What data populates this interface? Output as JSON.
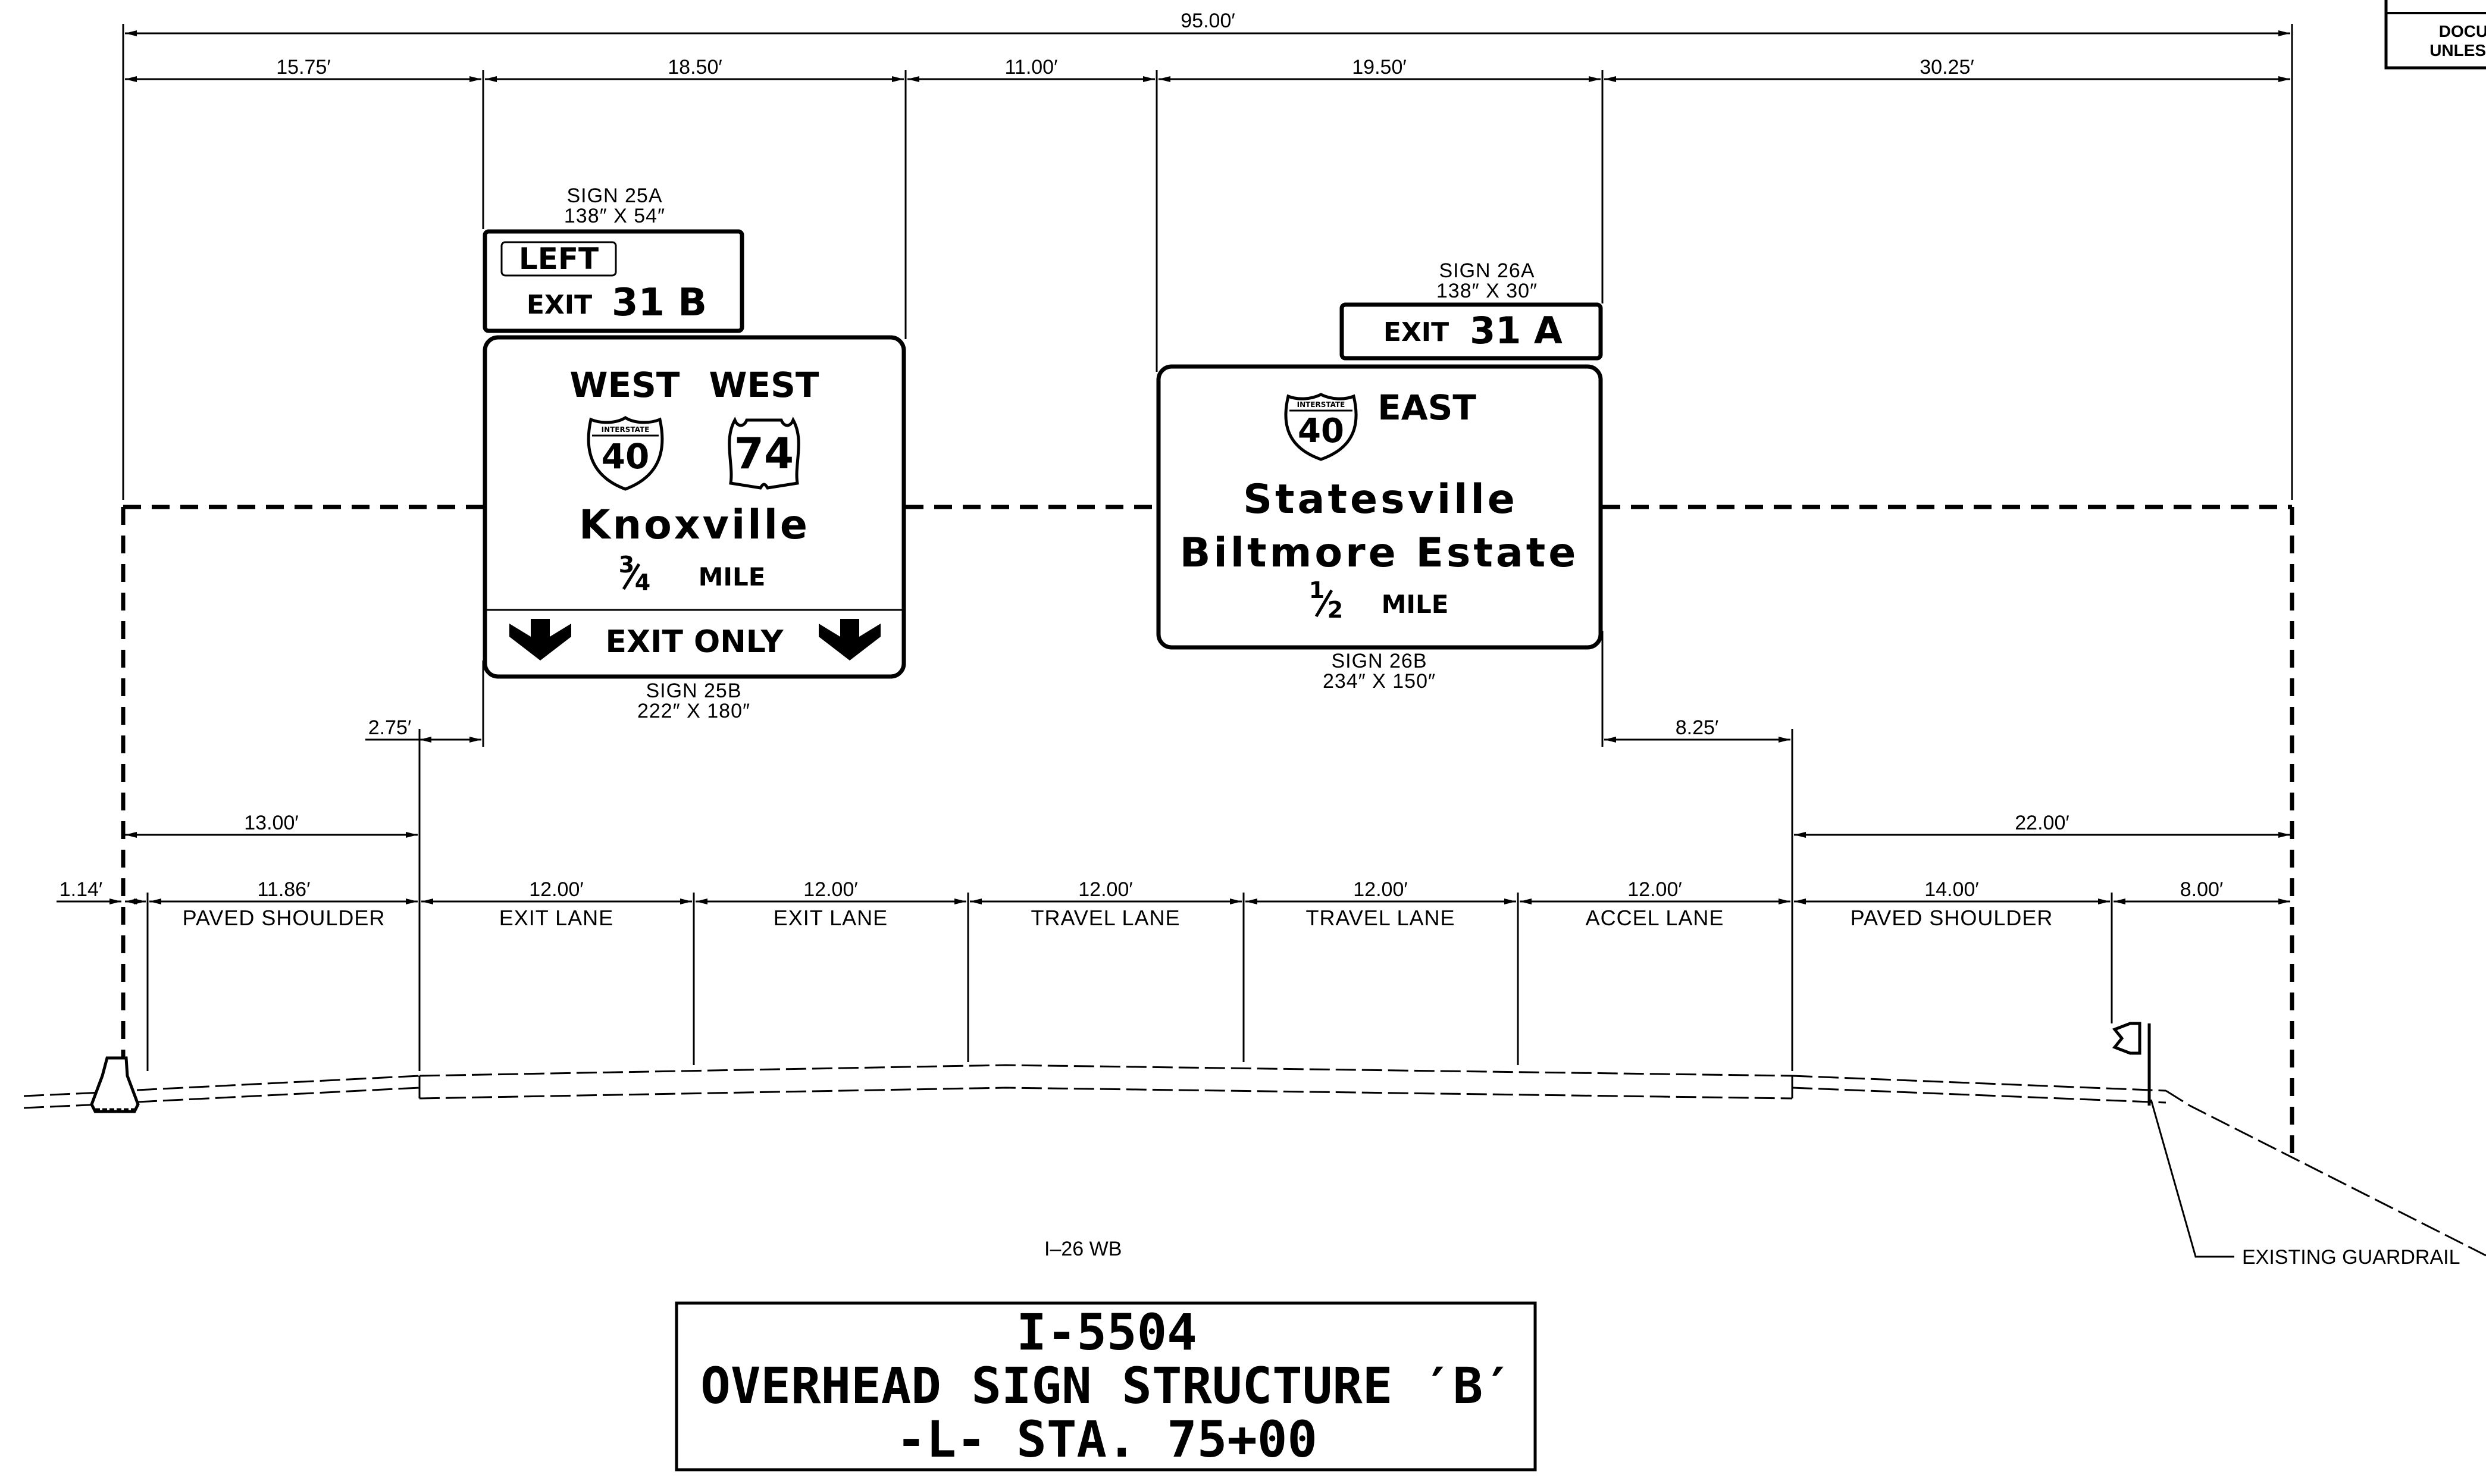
{
  "dimensions": {
    "overall": "95.00′",
    "top_segments": [
      "15.75′",
      "18.50′",
      "11.00′",
      "19.50′",
      "30.25′"
    ],
    "left_offset": "2.75′",
    "right_offset": "8.25′",
    "left_span": "13.00′",
    "right_span": "22.00′",
    "edge_offset": "1.14′",
    "lane_widths": [
      "11.86′",
      "12.00′",
      "12.00′",
      "12.00′",
      "12.00′",
      "12.00′",
      "14.00′",
      "8.00′"
    ]
  },
  "lanes": [
    "PAVED  SHOULDER",
    "EXIT  LANE",
    "EXIT  LANE",
    "TRAVEL  LANE",
    "TRAVEL  LANE",
    "ACCEL  LANE",
    "PAVED  SHOULDER"
  ],
  "signs": {
    "s25a": {
      "id": "SIGN  25A",
      "size": "138″ X 54″",
      "tab": "LEFT",
      "exit_word": "EXIT",
      "exit_num": "31 B"
    },
    "s25b": {
      "id": "SIGN  25B",
      "size": "222″ X 180″",
      "dir1": "WEST",
      "dir2": "WEST",
      "shield1_label": "INTERSTATE",
      "shield1": "40",
      "shield2": "74",
      "city": "Knoxville",
      "dist_num": "3",
      "dist_den": "4",
      "dist_unit": "MILE",
      "bar": "EXIT   ONLY"
    },
    "s26a": {
      "id": "SIGN  26A",
      "size": "138″ X 30″",
      "exit_word": "EXIT",
      "exit_num": "31 A"
    },
    "s26b": {
      "id": "SIGN  26B",
      "size": "234″ X 150″",
      "shield_label": "INTERSTATE",
      "shield": "40",
      "dir": "EAST",
      "line1": "Statesville",
      "line2": "Biltmore Estate",
      "dist_num": "1",
      "dist_den": "2",
      "dist_unit": "MILE"
    }
  },
  "route": "I–26  WB",
  "guardrail": "EXISTING  GUARDRAIL",
  "title": {
    "line1": "I-5504",
    "line2": "OVERHEAD SIGN STRUCTURE ′B′",
    "line3": "-L- STA. 75+00"
  },
  "stamp": {
    "line1": "DOCU",
    "line2": "UNLESS"
  }
}
